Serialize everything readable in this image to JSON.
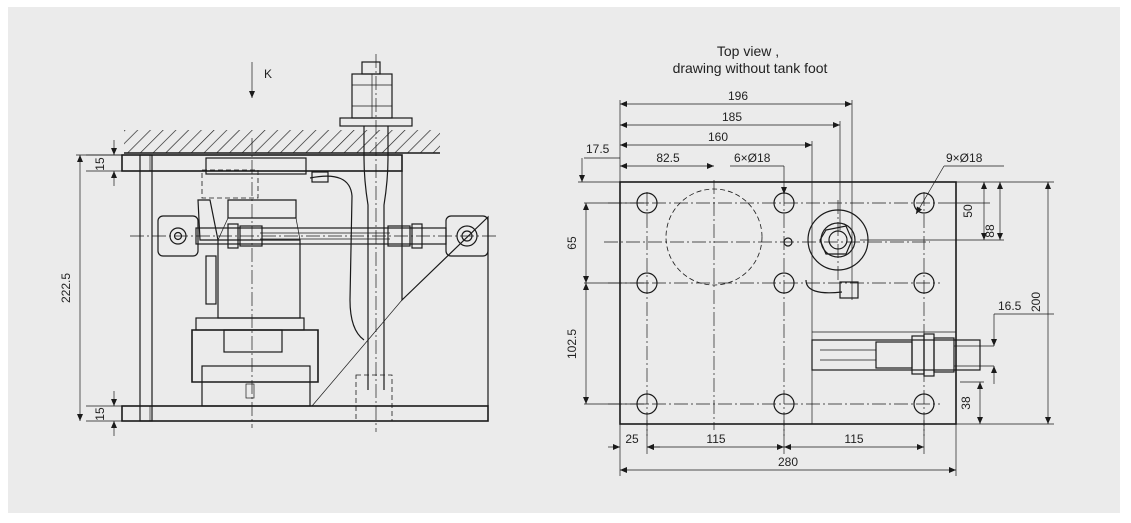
{
  "top_view": {
    "title_line1": "Top view ,",
    "title_line2": "drawing without tank foot"
  },
  "side_view": {
    "view_label": "K",
    "dim_top": "15",
    "dim_height": "222.5",
    "dim_bottom": "15"
  },
  "dims": {
    "d196": "196",
    "d185": "185",
    "d160": "160",
    "d17_5": "17.5",
    "d82_5": "82.5",
    "holes6": "6×Ø18",
    "holes9": "9×Ø18",
    "d65": "65",
    "d102_5": "102.5",
    "d50": "50",
    "d88": "88",
    "d200": "200",
    "d16_5": "16.5",
    "d38": "38",
    "d25": "25",
    "d115a": "115",
    "d115b": "115",
    "d280": "280"
  }
}
